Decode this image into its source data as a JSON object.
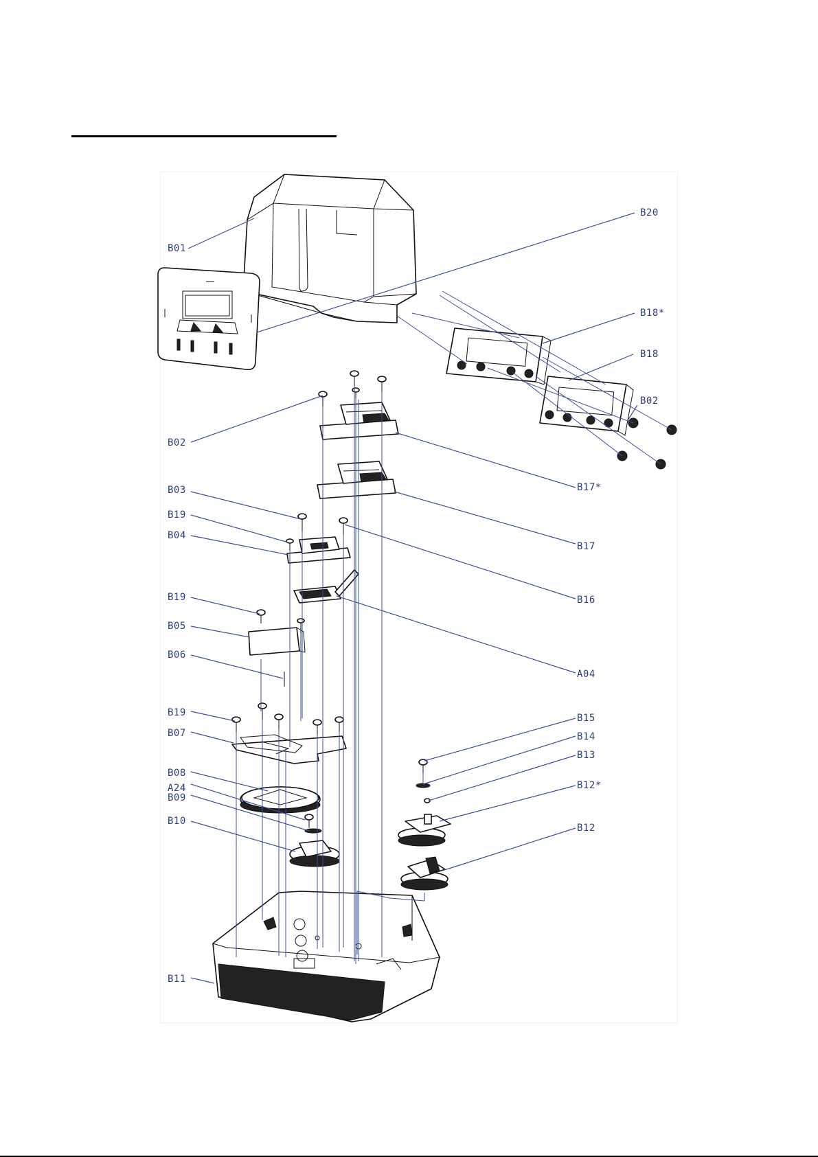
{
  "heading": "",
  "parts": {
    "B01": "B01",
    "B20": "B20",
    "B18s": "B18*",
    "B18": "B18",
    "B02a": "B02",
    "B02b": "B02",
    "B17s": "B17*",
    "B17": "B17",
    "B03": "B03",
    "B19a": "B19",
    "B04": "B04",
    "B16": "B16",
    "B19b": "B19",
    "B05": "B05",
    "B06": "B06",
    "A04": "A04",
    "B19c": "B19",
    "B15": "B15",
    "B14": "B14",
    "B07": "B07",
    "B13": "B13",
    "B12s": "B12*",
    "B08": "B08",
    "A24": "A24",
    "B09": "B09",
    "B10": "B10",
    "B12": "B12",
    "B11": "B11"
  }
}
